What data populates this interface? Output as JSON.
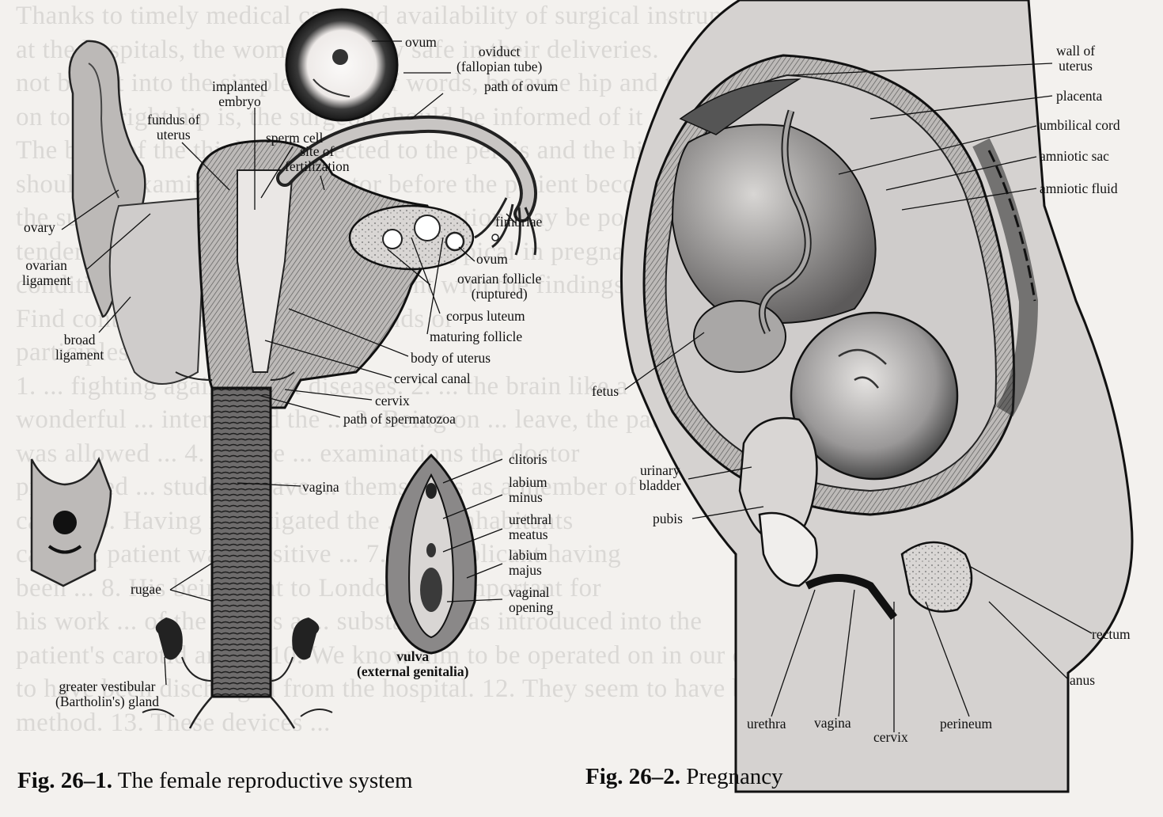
{
  "background_text": [
    "Thanks to timely medical care and availability of surgical instrumentation and equipment",
    "at the hospitals, the women are now safe in their deliveries.",
    "not be put into the simplest form of words, because hip and thigh",
    "on to the right hip is, the surgeon should be informed of it",
    "The bone of the thigh is connected to the pelvis and the hip joint",
    "should be examined by the doctor before the patient becomes severe",
    "the surgeon is not in the theatre the operation may be postponed",
    "tender and swollen; their attachment is typical in pregnancy",
    "conditions of the patient are consistent with the findings",
    "Find contraindications and ... gerunds or",
    "participles.",
    "1. ... fighting against heart diseases. 2. ... the brain like a",
    "wonderful ... interrupted the ... 3. Being on ... leave, the patient",
    "was allowed ... 4. Before ... examinations the doctor",
    "prescribed ... students have ... themselves as a member of",
    "care ... 6. Having investigated the ... the inhabitants",
    "came ... patient was sensitive ... 7. The applicant having",
    "been ... 8. His being sent to London was important for",
    "his work ... of the illness a ... substance was introduced into the",
    "patient's carotid artery. 10. We know him to be operated on in our clinic. 11. He is supposed",
    "to have been discharged from the hospital. 12. They seem to have been treated, using this new",
    "method. 13. These devices ..."
  ],
  "figure1": {
    "caption_number": "Fig. 26–1.",
    "caption_text": "The female reproductive system",
    "labels": {
      "ovum_top": "ovum",
      "oviduct_1": "oviduct",
      "oviduct_2": "(fallopian tube)",
      "path_of_ovum": "path of ovum",
      "implanted_1": "implanted",
      "implanted_2": "embryo",
      "fundus_1": "fundus of",
      "fundus_2": "uterus",
      "sperm_cell": "sperm cell",
      "site_1": "site of",
      "site_2": "fertilization",
      "ovary": "ovary",
      "ovarian_lig_1": "ovarian",
      "ovarian_lig_2": "ligament",
      "fimbriae": "fimbriae",
      "ovum_mid": "ovum",
      "ovarian_follicle_1": "ovarian follicle",
      "ovarian_follicle_2": "(ruptured)",
      "corpus_luteum": "corpus luteum",
      "maturing_follicle": "maturing follicle",
      "broad_lig_1": "broad",
      "broad_lig_2": "ligament",
      "body_of_uterus": "body of uterus",
      "cervical_canal": "cervical canal",
      "cervix": "cervix",
      "path_of_spermatozoa": "path of spermatozoa",
      "vagina": "vagina",
      "clitoris": "clitoris",
      "labium_minus_1": "labium",
      "labium_minus_2": "minus",
      "urethral_meatus_1": "urethral",
      "urethral_meatus_2": "meatus",
      "labium_majus_1": "labium",
      "labium_majus_2": "majus",
      "vaginal_opening_1": "vaginal",
      "vaginal_opening_2": "opening",
      "vulva_1": "vulva",
      "vulva_2": "(external genitalia)",
      "rugae": "rugae",
      "greater_vest_1": "greater vestibular",
      "greater_vest_2": "(Bartholin's) gland"
    }
  },
  "figure2": {
    "caption_number": "Fig. 26–2.",
    "caption_text": "Pregnancy",
    "labels": {
      "wall_1": "wall of",
      "wall_2": "uterus",
      "placenta": "placenta",
      "umbilical_cord": "umbilical cord",
      "amniotic_sac": "amniotic sac",
      "amniotic_fluid": "amniotic fluid",
      "fetus": "fetus",
      "urinary_1": "urinary",
      "urinary_2": "bladder",
      "pubis": "pubis",
      "rectum": "rectum",
      "anus": "anus",
      "urethra": "urethra",
      "vagina": "vagina",
      "cervix": "cervix",
      "perineum": "perineum"
    }
  },
  "colors": {
    "ink": "#141414",
    "paper": "#f3f1ee",
    "shade_dark": "#3a3a3a",
    "shade_mid": "#8c8c8c",
    "shade_light": "#cfcccc"
  }
}
